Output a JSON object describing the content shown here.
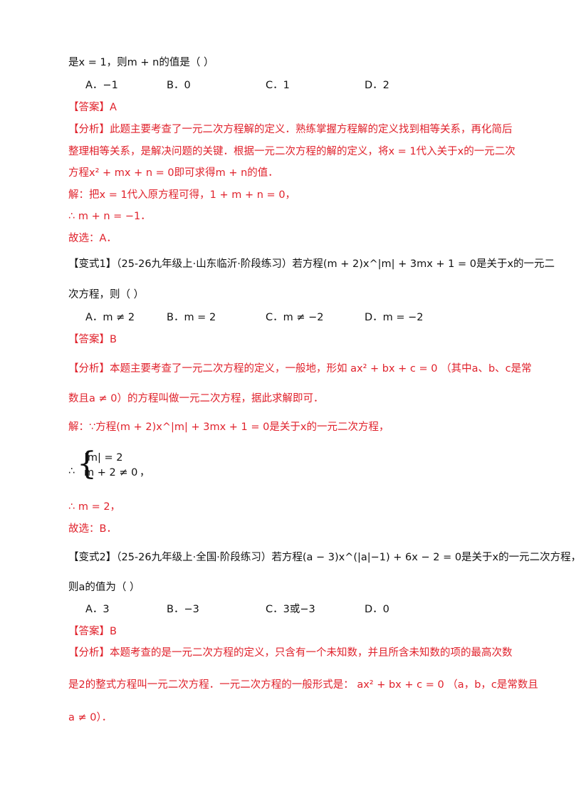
{
  "block1": {
    "intro": "是x = 1，则m + n的值是（    ）",
    "options": [
      "A．−1",
      "B．0",
      "C．1",
      "D．2"
    ],
    "answer": "【答案】A",
    "analysis_1": "【分析】此题主要考查了一元二次方程解的定义．熟练掌握方程解的定义找到相等关系，再化简后",
    "analysis_2": "整理相等关系，是解决问题的关键．根据一元二次方程的解的定义，将x = 1代入关于x的一元二次",
    "analysis_3": "方程x² + mx + n = 0即可求得m + n的值．",
    "solution_1": "解：把x = 1代入原方程可得，1 + m + n = 0，",
    "solution_2": "∴ m + n = −1．",
    "choose": "故选：A．"
  },
  "block2": {
    "title_1": "【变式1】（25-26九年级上·山东临沂·阶段练习）若方程(m + 2)x^|m| + 3mx + 1 = 0是关于x的一元二",
    "title_2": "次方程，则（    ）",
    "options": [
      "A．m ≠ 2",
      "B．m = 2",
      "C．m ≠ −2",
      "D．m = −2"
    ],
    "answer": "【答案】B",
    "analysis_1": "【分析】本题主要考查了一元二次方程的定义，一般地，形如 ax² + bx + c = 0 （其中a、b、c是常",
    "analysis_2": "数且a ≠ 0）的方程叫做一元二次方程，据此求解即可．",
    "solution_1": "解：∵方程(m + 2)x^|m| + 3mx + 1 = 0是关于x的一元二次方程，",
    "sys_1": "|m| = 2",
    "sys_2": "m + 2 ≠ 0",
    "therefore": "∴",
    "comma": "，",
    "solution_2": "∴ m = 2，",
    "choose": "故选：B．"
  },
  "block3": {
    "title_1": "【变式2】（25-26九年级上·全国·阶段练习）若方程(a − 3)x^(|a|−1) + 6x − 2 = 0是关于x的一元二次方程，",
    "title_2": "则a的值为（        ）",
    "options": [
      "A．3",
      "B．−3",
      "C．3或−3",
      "D．0"
    ],
    "answer": "【答案】B",
    "analysis_1": "【分析】本题考查的是一元二次方程的定义，只含有一个未知数，并且所含未知数的项的最高次数",
    "analysis_2": "是2的整式方程叫一元二次方程．一元二次方程的一般形式是： ax² + bx + c = 0 （a，b，c是常数且",
    "analysis_3": "a ≠ 0）．"
  }
}
